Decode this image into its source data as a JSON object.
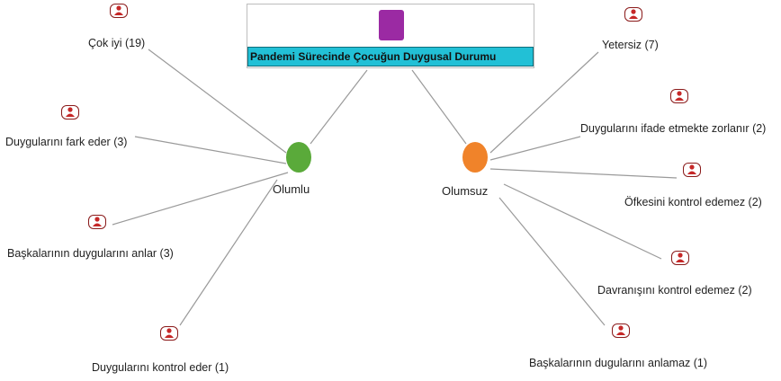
{
  "root": {
    "title": "Pandemi Sürecinde Çocuğun Duygusal Durumu",
    "color_box": "#9b2aa3",
    "title_bg": "#22c0d6"
  },
  "categories": {
    "positive": {
      "label": "Olumlu",
      "color": "#5aaa3a"
    },
    "negative": {
      "label": "Olumsuz",
      "color": "#f0832a"
    }
  },
  "codes": {
    "positive": [
      {
        "label": "Çok iyi (19)",
        "icon": "person-code-icon"
      },
      {
        "label": "Duygularını fark eder (3)",
        "icon": "person-code-icon"
      },
      {
        "label": "Başkalarının duygularını anlar (3)",
        "icon": "person-code-icon"
      },
      {
        "label": "Duygularını kontrol eder (1)",
        "icon": "person-code-icon"
      }
    ],
    "negative": [
      {
        "label": "Yetersiz (7)",
        "icon": "person-code-icon"
      },
      {
        "label": "Duygularını ifade etmekte zorlanır (2)",
        "icon": "person-code-icon"
      },
      {
        "label": "Öfkesini kontrol edemez (2)",
        "icon": "person-code-icon"
      },
      {
        "label": "Davranışını kontrol edemez (2)",
        "icon": "person-code-icon"
      },
      {
        "label": "Başkalarının dugularını anlamaz (1)",
        "icon": "person-code-icon"
      }
    ]
  }
}
